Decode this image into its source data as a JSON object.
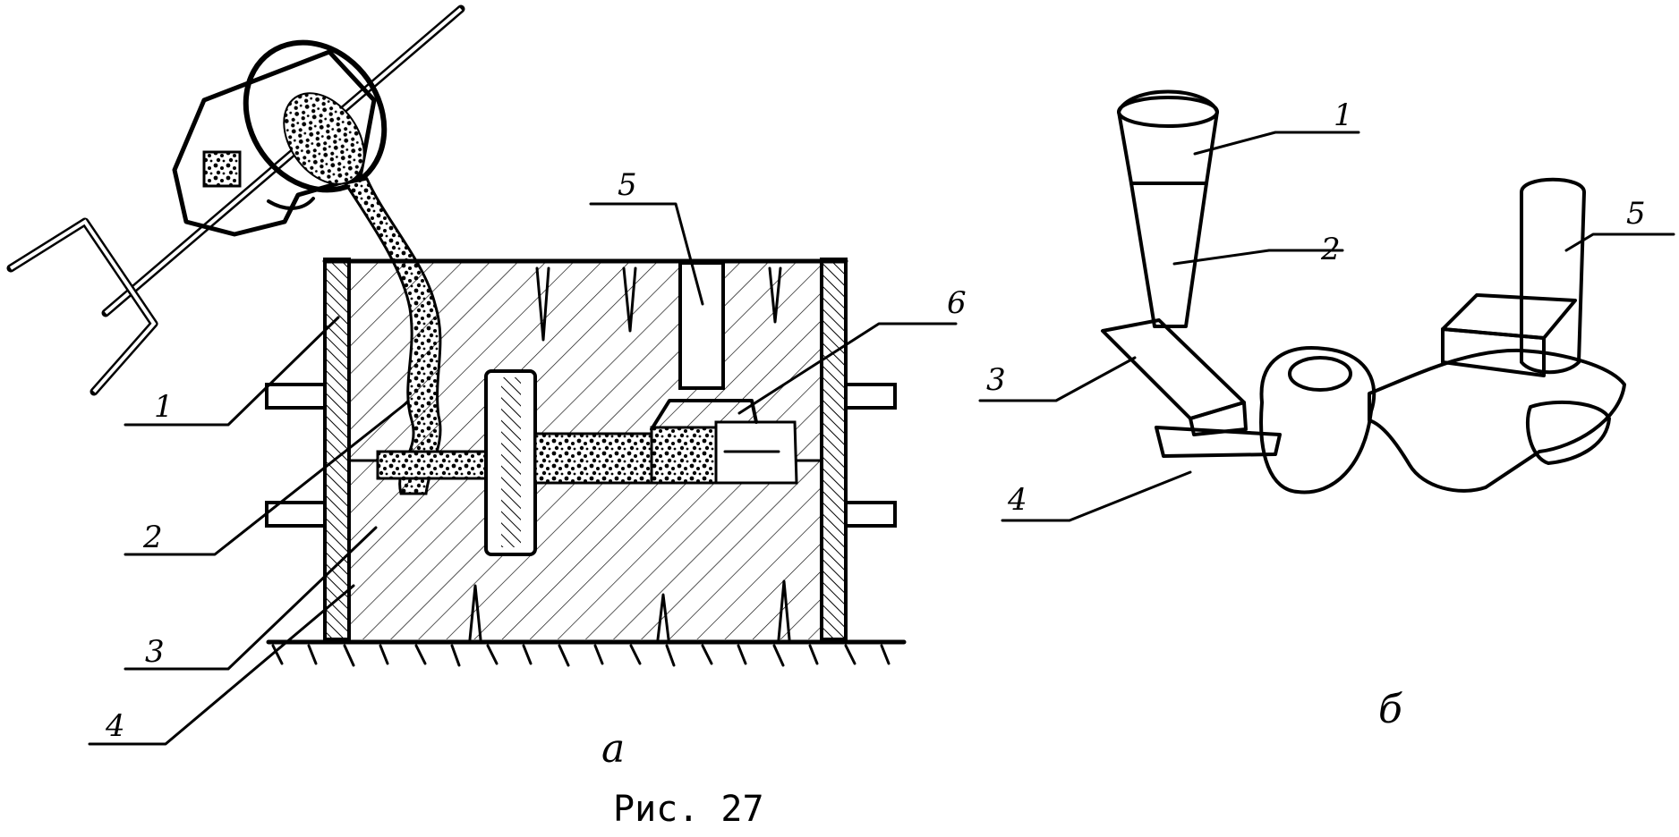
{
  "figure": {
    "caption": "Рис. 27",
    "panel_a": {
      "label": "а",
      "callouts": [
        "1",
        "2",
        "3",
        "4",
        "5",
        "6"
      ]
    },
    "panel_b": {
      "label": "б",
      "callouts": [
        "1",
        "2",
        "3",
        "4",
        "5"
      ]
    }
  }
}
